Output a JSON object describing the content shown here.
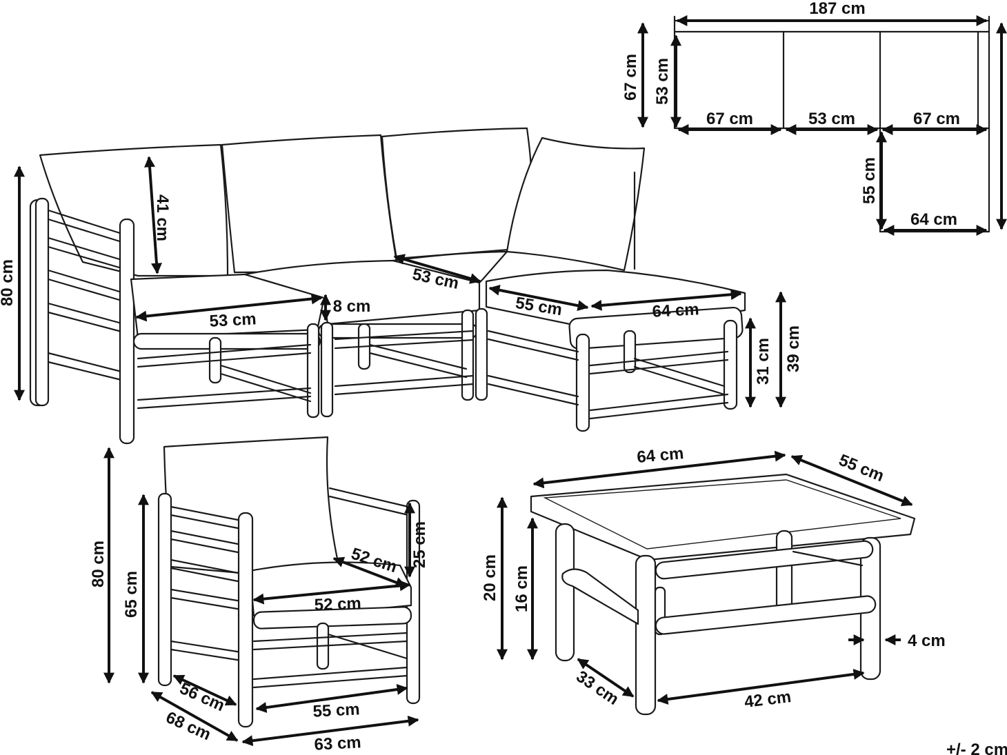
{
  "plan_view": {
    "total_width": "187 cm",
    "depth_left": "67 cm",
    "depth_inner": "53 cm",
    "seg_left": "67 cm",
    "seg_mid": "53 cm",
    "seg_right": "67 cm",
    "ext_depth": "55 cm",
    "ext_width": "64 cm"
  },
  "sofa": {
    "height": "80 cm",
    "back_cushion_height": "41 cm",
    "seat_width_left": "53 cm",
    "seat_width_mid": "53 cm",
    "gap": "8 cm",
    "ottoman_depth": "55 cm",
    "ottoman_width": "64 cm",
    "frame_height": "31 cm",
    "seat_height": "39 cm"
  },
  "armchair": {
    "height": "80 cm",
    "arm_height": "65 cm",
    "back_cushion": "25 cm",
    "seat_depth": "52 cm",
    "seat_width": "52 cm",
    "inner_depth": "56 cm",
    "outer_depth": "68 cm",
    "inner_width": "55 cm",
    "outer_width": "63 cm"
  },
  "table": {
    "top_width": "64 cm",
    "top_depth": "55 cm",
    "height": "20 cm",
    "leg_height": "16 cm",
    "leg_diameter": "4 cm",
    "leg_depth": "33 cm",
    "leg_span": "42 cm"
  },
  "tolerance": "+/- 2 cm"
}
